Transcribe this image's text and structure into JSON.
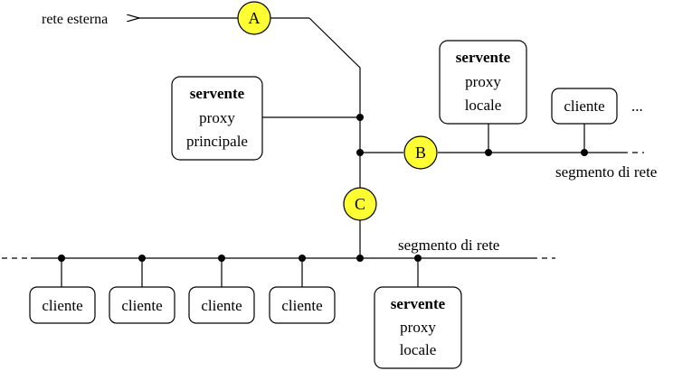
{
  "external": {
    "label": "rete esterna"
  },
  "routers": {
    "a": "A",
    "b": "B",
    "c": "C"
  },
  "main_proxy": {
    "title": "servente",
    "line1": "proxy",
    "line2": "principale"
  },
  "top_proxy": {
    "title": "servente",
    "line1": "proxy",
    "line2": "locale"
  },
  "bottom_proxy": {
    "title": "servente",
    "line1": "proxy",
    "line2": "locale"
  },
  "top_segment": {
    "client_label": "cliente",
    "ellipsis": "...",
    "label": "segmento di rete"
  },
  "bottom_segment": {
    "label": "segmento di rete",
    "clients": [
      "cliente",
      "cliente",
      "cliente",
      "cliente"
    ]
  }
}
